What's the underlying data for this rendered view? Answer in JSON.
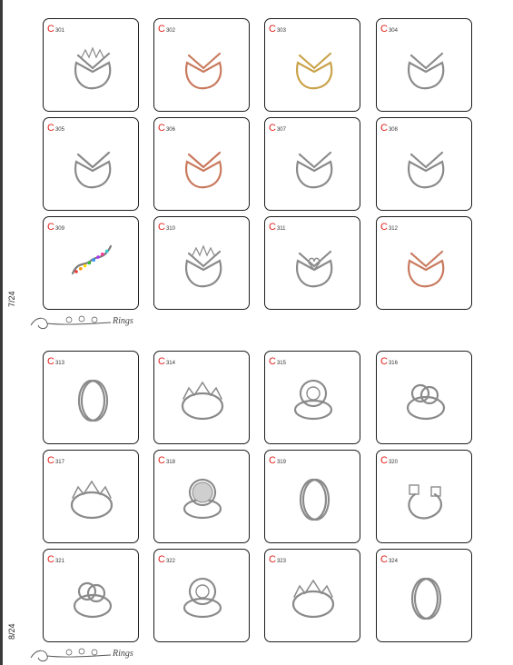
{
  "pages": [
    {
      "page_label": "7/24",
      "brand": "Rings",
      "items": [
        {
          "code": "301",
          "metal": "silver",
          "style": "crown-wishbone"
        },
        {
          "code": "302",
          "metal": "rose",
          "style": "wishbone-pave"
        },
        {
          "code": "303",
          "metal": "gold",
          "style": "wishbone-pave"
        },
        {
          "code": "304",
          "metal": "silver",
          "style": "wishbone-pave"
        },
        {
          "code": "305",
          "metal": "silver",
          "style": "wishbone-plain"
        },
        {
          "code": "306",
          "metal": "rose",
          "style": "wishbone-plain"
        },
        {
          "code": "307",
          "metal": "silver",
          "style": "wishbone-pave"
        },
        {
          "code": "308",
          "metal": "silver",
          "style": "wishbone-pave"
        },
        {
          "code": "309",
          "metal": "multicolor",
          "style": "wave-stones"
        },
        {
          "code": "310",
          "metal": "silver",
          "style": "crown-wishbone"
        },
        {
          "code": "311",
          "metal": "silver",
          "style": "heart-wishbone"
        },
        {
          "code": "312",
          "metal": "rose",
          "style": "wishbone-pave"
        }
      ]
    },
    {
      "page_label": "8/24",
      "brand": "Rings",
      "items": [
        {
          "code": "313",
          "metal": "silver",
          "style": "band-pave"
        },
        {
          "code": "314",
          "metal": "silver",
          "style": "crown-band"
        },
        {
          "code": "315",
          "metal": "silver",
          "style": "halo-circle"
        },
        {
          "code": "316",
          "metal": "silver",
          "style": "interlock-circles"
        },
        {
          "code": "317",
          "metal": "silver",
          "style": "tiara"
        },
        {
          "code": "318",
          "metal": "silver",
          "style": "pave-disc"
        },
        {
          "code": "319",
          "metal": "silver",
          "style": "stacked-bands"
        },
        {
          "code": "320",
          "metal": "silver",
          "style": "open-square-stones"
        },
        {
          "code": "321",
          "metal": "silver",
          "style": "knot"
        },
        {
          "code": "322",
          "metal": "silver",
          "style": "halo-oval"
        },
        {
          "code": "323",
          "metal": "silver",
          "style": "tiara-band"
        },
        {
          "code": "324",
          "metal": "silver",
          "style": "wrap-band"
        }
      ]
    }
  ],
  "code_prefix": "C",
  "colors": {
    "code_prefix": "#e0201b",
    "silver": "#8a8a8a",
    "rose": "#c97a5e",
    "gold": "#c9a24a",
    "card_border": "#1d1d1d"
  }
}
